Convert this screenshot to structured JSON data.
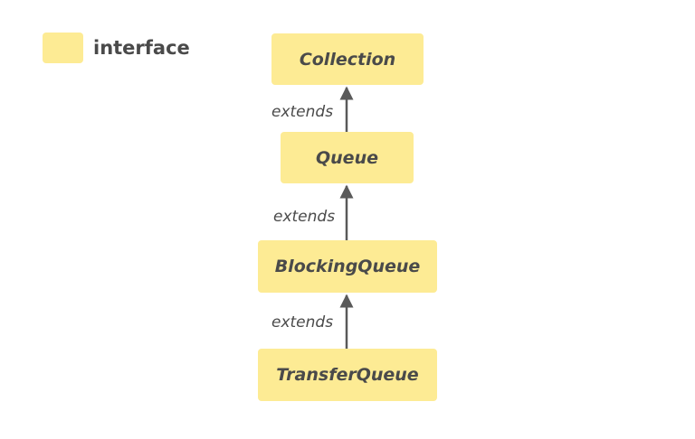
{
  "legend": {
    "label": "interface",
    "swatch_color": "#fdeb94"
  },
  "nodes": [
    {
      "id": "collection",
      "label": "Collection",
      "kind": "interface"
    },
    {
      "id": "queue",
      "label": "Queue",
      "kind": "interface"
    },
    {
      "id": "blocking_queue",
      "label": "BlockingQueue",
      "kind": "interface"
    },
    {
      "id": "transfer_queue",
      "label": "TransferQueue",
      "kind": "interface"
    }
  ],
  "edges": [
    {
      "from": "queue",
      "to": "collection",
      "label": "extends"
    },
    {
      "from": "blocking_queue",
      "to": "queue",
      "label": "extends"
    },
    {
      "from": "transfer_queue",
      "to": "blocking_queue",
      "label": "extends"
    }
  ],
  "colors": {
    "node_fill": "#fdeb94",
    "text": "#4a4a4a",
    "arrow": "#5a5a5a"
  }
}
